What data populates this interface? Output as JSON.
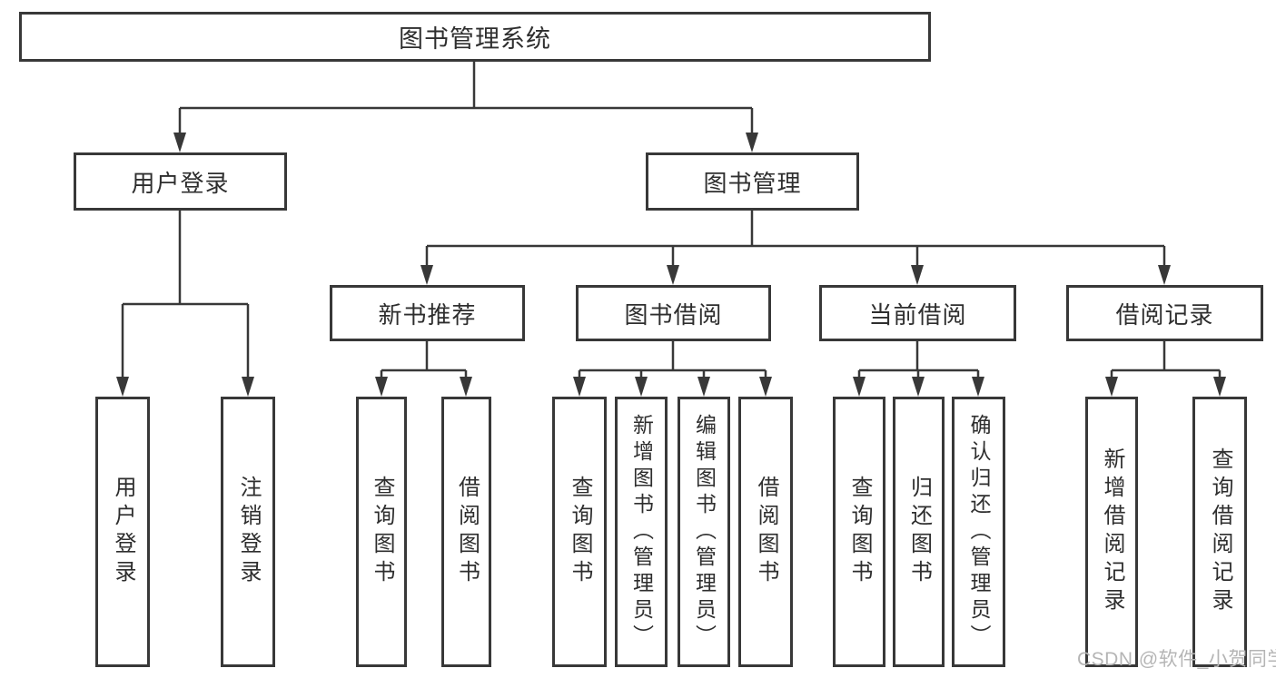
{
  "diagram": {
    "title": "图书管理系统",
    "branches": [
      {
        "label": "用户登录",
        "leaves": [
          "用户登录",
          "注销登录"
        ]
      },
      {
        "label": "图书管理",
        "sections": [
          {
            "label": "新书推荐",
            "leaves": [
              "查询图书",
              "借阅图书"
            ]
          },
          {
            "label": "图书借阅",
            "leaves": [
              "查询图书",
              "新增图书（管理员）",
              "编辑图书（管理员）",
              "借阅图书"
            ]
          },
          {
            "label": "当前借阅",
            "leaves": [
              "查询图书",
              "归还图书",
              "确认归还（管理员）"
            ]
          },
          {
            "label": "借阅记录",
            "leaves": [
              "新增借阅记录",
              "查询借阅记录"
            ]
          }
        ]
      }
    ]
  },
  "watermark": {
    "text": "CSDN @软件_小贺同学"
  },
  "colors": {
    "line": "#383838",
    "box_border": "#383838",
    "text": "#2e2e2e",
    "background": "#ffffff",
    "watermark": "#b5b5b5"
  }
}
